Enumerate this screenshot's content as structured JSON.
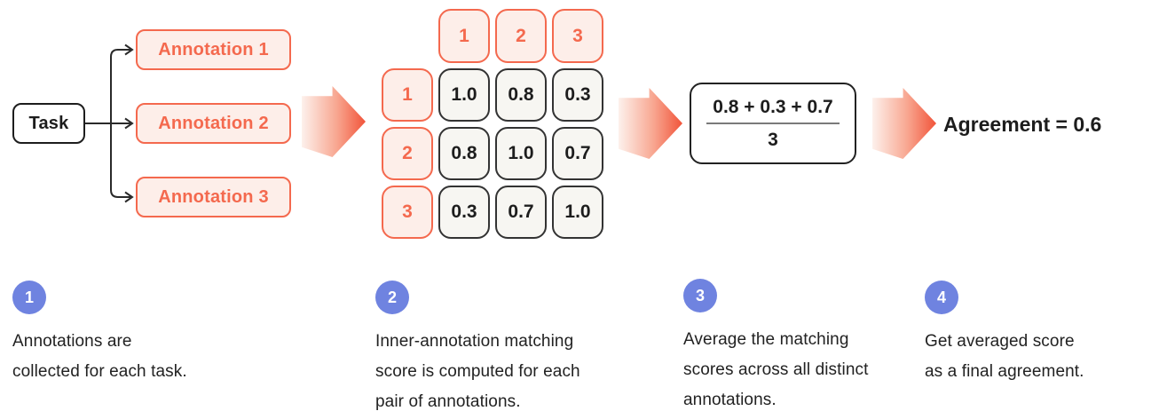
{
  "colors": {
    "coral": "#f4694e",
    "coral_light_bg": "#fdeee9",
    "arrow_gradient_start": "#fdf1ec",
    "arrow_gradient_end": "#f1543a",
    "step_badge_blue": "#6f83e0",
    "matrix_cell_bg": "#f7f6f2",
    "ink": "#1d1d1d"
  },
  "diagram": {
    "task_label": "Task",
    "annotation_labels": [
      "Annotation 1",
      "Annotation 2",
      "Annotation 3"
    ],
    "matrix": {
      "col_headers": [
        "1",
        "2",
        "3"
      ],
      "row_headers": [
        "1",
        "2",
        "3"
      ],
      "rows": [
        [
          "1.0",
          "0.8",
          "0.3"
        ],
        [
          "0.8",
          "1.0",
          "0.7"
        ],
        [
          "0.3",
          "0.7",
          "1.0"
        ]
      ]
    },
    "fraction": {
      "numerator": "0.8 + 0.3 + 0.7",
      "denominator": "3"
    },
    "result_label": "Agreement = 0.6"
  },
  "steps": [
    {
      "number": "1",
      "lines": [
        "Annotations are",
        "collected for each task."
      ]
    },
    {
      "number": "2",
      "lines": [
        "Inner-annotation matching",
        "score is computed for each",
        "pair of annotations."
      ]
    },
    {
      "number": "3",
      "lines": [
        "Average the matching",
        "scores across all distinct",
        "annotations."
      ]
    },
    {
      "number": "4",
      "lines": [
        "Get averaged score",
        "as a final agreement."
      ]
    }
  ]
}
